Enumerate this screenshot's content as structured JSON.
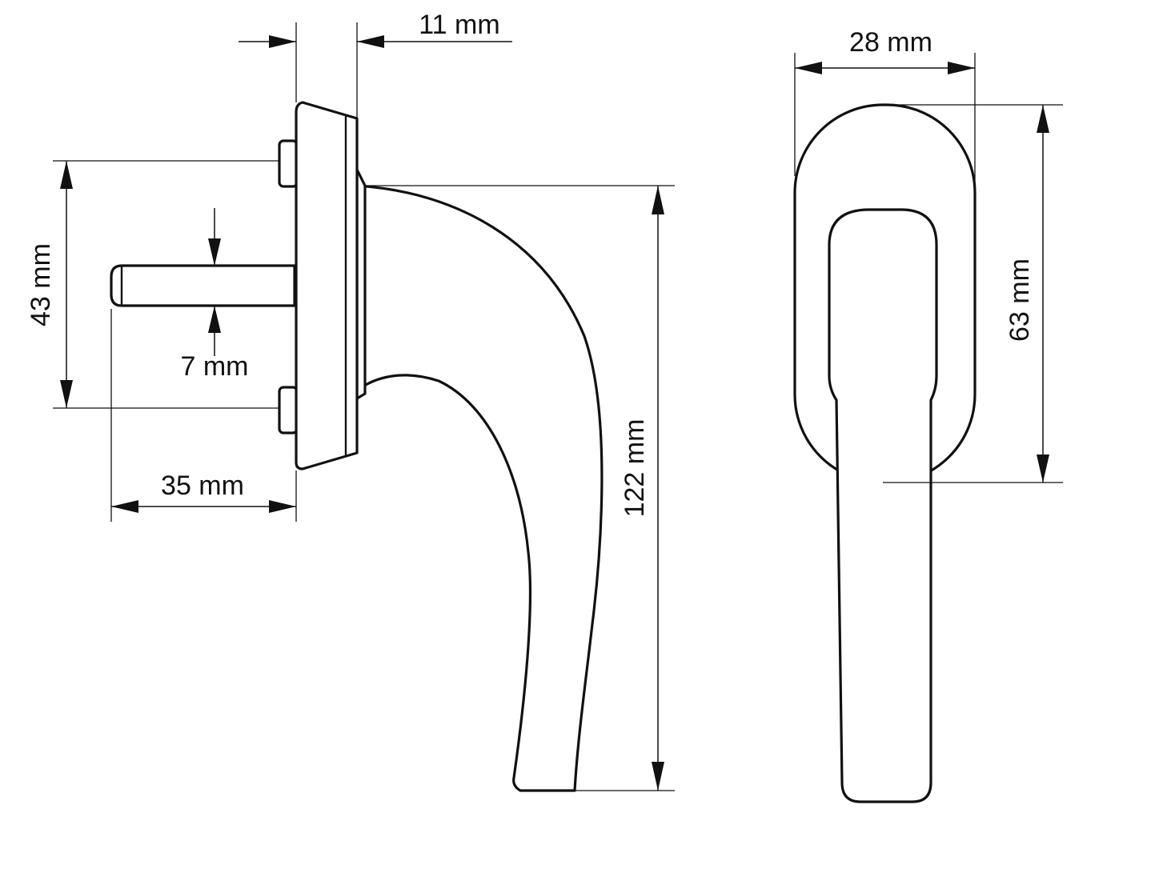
{
  "colors": {
    "line": "#111111",
    "background": "#ffffff"
  },
  "dimensions": {
    "rosette_depth": "11 mm",
    "spindle_diameter": "7 mm",
    "screw_spacing": "43 mm",
    "spindle_length": "35 mm",
    "handle_length": "122 mm",
    "rosette_width": "28 mm",
    "rosette_height": "63 mm"
  }
}
